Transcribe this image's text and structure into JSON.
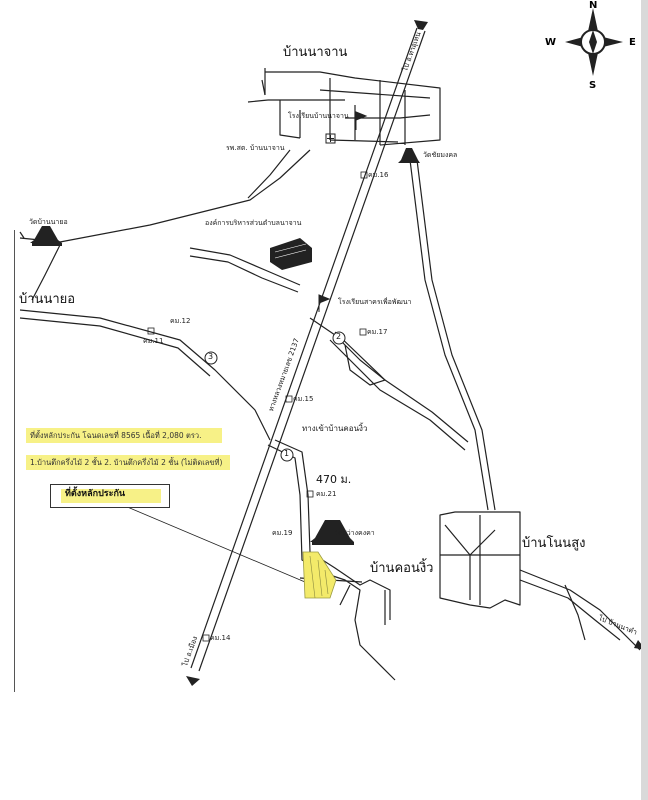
{
  "compass": {
    "n": "N",
    "s": "S",
    "e": "E",
    "w": "W"
  },
  "places": {
    "ban_na_chan": "บ้านนาจาน",
    "ban_na_yo": "บ้านนายอ",
    "ban_khon_ngio": "บ้านคอนงิ้ว",
    "ban_non_sung": "บ้านโนนสูง"
  },
  "landmarks": {
    "school_na_chan": "โรงเรียนบ้านนาจาน",
    "hospital": "รพ.สต. บ้านนาจาน",
    "wat_chaimongkhon": "วัดชัยมงคล",
    "wat_ban_na_yo": "วัดบ้านนายอ",
    "sao": "องค์การบริหารส่วนตำบลนาจาน",
    "school_phattana": "โรงเรียนสาครเพื่อพัฒนา",
    "wat_khon_ngio": "วัดสว่างคงคา",
    "junction": "ทางเข้าบ้านคอนงิ้ว",
    "distance": "470 ม."
  },
  "roads": {
    "highway": "ทางหลวงหมายเลข 2137",
    "to_north": "ไป อ.ท่าอุเทน",
    "to_south": "ไป อ.เมือง",
    "to_east": "ไป บ้านนาคำ",
    "route_1": "1",
    "route_2": "2",
    "route_3": "3"
  },
  "small_marks": {
    "m1": "คม.16",
    "m2": "คม.15",
    "m3": "คม.14",
    "m4": "คม.17",
    "m5": "คม.11",
    "m6": "คม.12",
    "m7": "คม.19",
    "m8": "คม.21"
  },
  "notes": {
    "collateral": "ที่ตั้งหลักประกัน โฉนดเลขที่ 8565 เนื้อที่ 2,080 ตรว.",
    "buildings": "1.บ้านตึกครึ่งไม้ 2 ชั้น 2. บ้านตึกครึ่งไม้ 2 ชั้น (ไม่ติดเลขที่)",
    "box_label": "ที่ตั้งหลักประกัน"
  },
  "colors": {
    "highlight": "#f6f07a",
    "ink": "#222222"
  }
}
